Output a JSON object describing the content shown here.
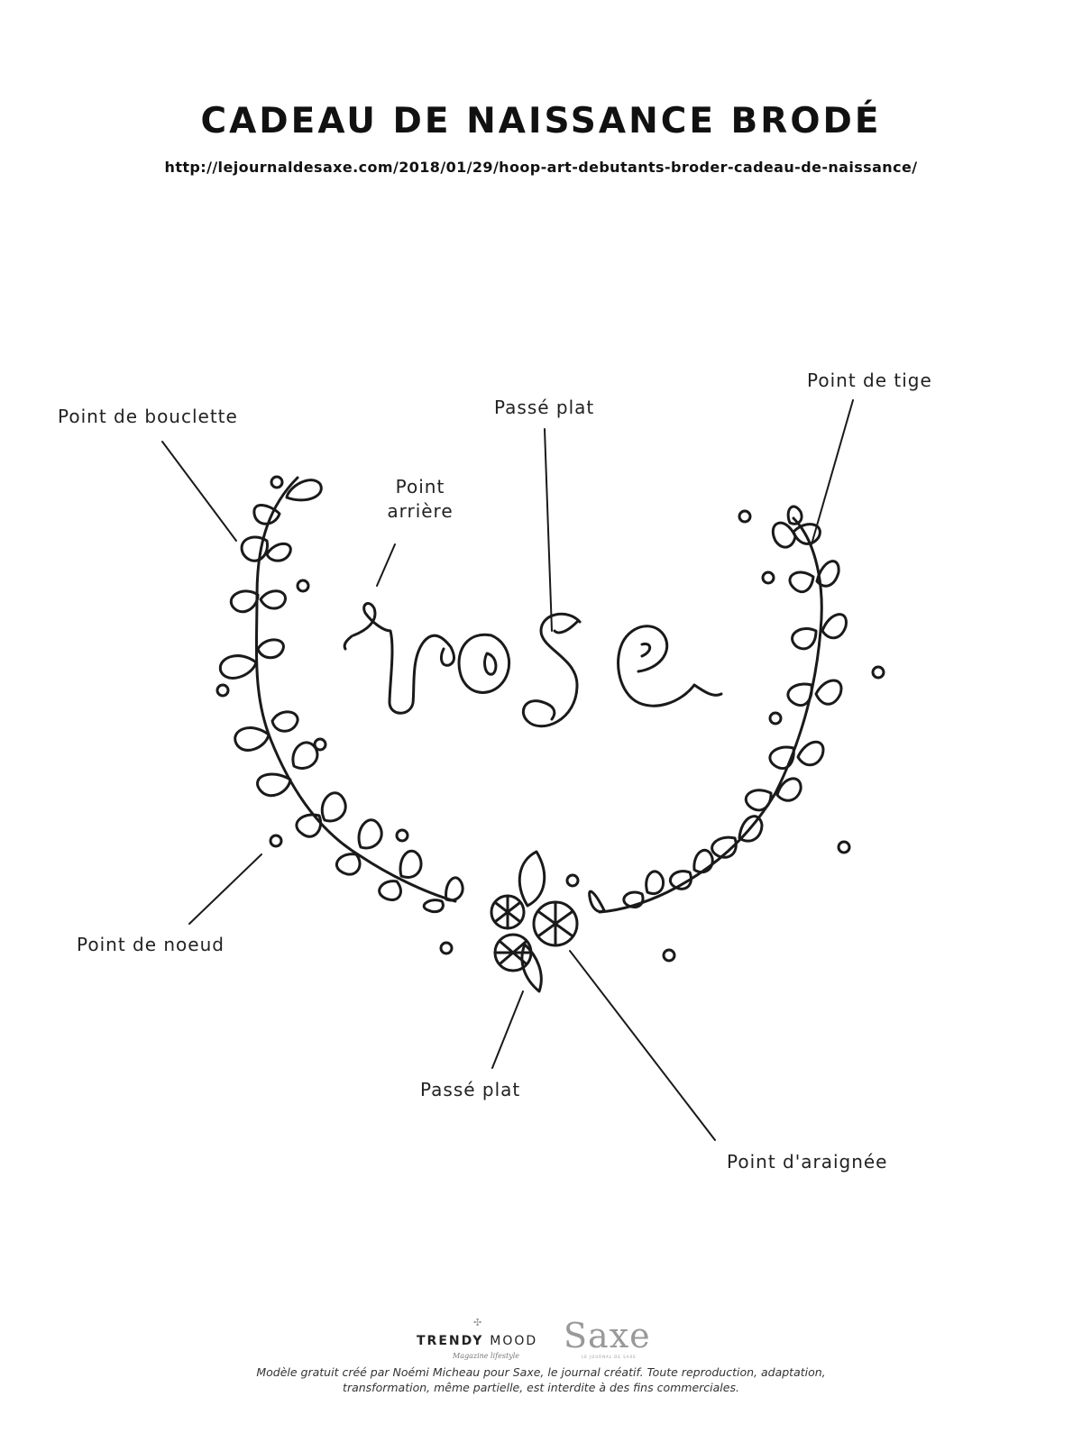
{
  "header": {
    "title": "CADEAU DE NAISSANCE BRODÉ",
    "url": "http://lejournaldesaxe.com/2018/01/29/hoop-art-debutants-broder-cadeau-de-naissance/"
  },
  "pattern": {
    "word": "rose",
    "labels": {
      "point_de_bouclette": "Point de bouclette",
      "passe_plat_top": "Passé plat",
      "point_de_tige": "Point de tige",
      "point_arriere_line1": "Point",
      "point_arriere_line2": "arrière",
      "point_de_noeud": "Point de noeud",
      "passe_plat_bottom": "Passé plat",
      "point_d_araignee": "Point d'araignée"
    },
    "stroke_color": "#1a1a1a"
  },
  "footer": {
    "brand1_bold": "TRENDY",
    "brand1_light": "MOOD",
    "brand1_tagline": "Magazine lifestyle",
    "brand2": "Saxe",
    "brand2_tagline": "LE JOURNAL DE SAXE",
    "credit_line1": "Modèle gratuit créé par Noémi Micheau pour Saxe, le journal créatif. Toute reproduction, adaptation,",
    "credit_line2": "transformation, même partielle, est interdite à des fins commerciales."
  }
}
